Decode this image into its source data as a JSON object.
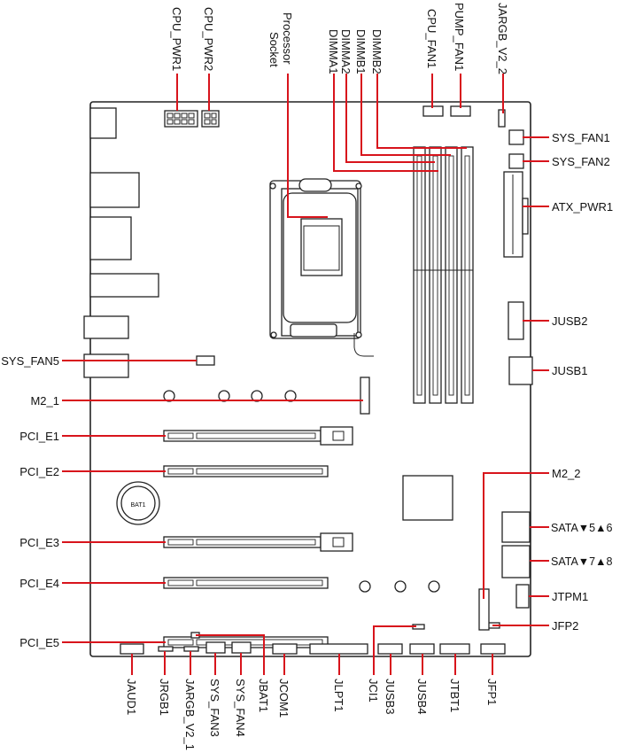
{
  "diagram": {
    "board_labels": {
      "processor_socket_line1": "Processor",
      "processor_socket_line2": "Socket",
      "bat1": "BAT1"
    },
    "top_labels": [
      "CPU_PWR1",
      "CPU_PWR2",
      "DIMMA1",
      "DIMMA2",
      "DIMMB1",
      "DIMMB2",
      "CPU_FAN1",
      "PUMP_FAN1",
      "JARGB_V2_2"
    ],
    "right_labels": [
      "SYS_FAN1",
      "SYS_FAN2",
      "ATX_PWR1",
      "JUSB2",
      "JUSB1",
      "M2_2",
      "SATA▼5▲6",
      "SATA▼7▲8",
      "JTPM1",
      "JFP2"
    ],
    "left_labels": [
      "SYS_FAN5",
      "M2_1",
      "PCI_E1",
      "PCI_E2",
      "PCI_E3",
      "PCI_E4",
      "PCI_E5"
    ],
    "bottom_labels": [
      "JAUD1",
      "JRGB1",
      "JARGB_V2_1",
      "SYS_FAN3",
      "SYS_FAN4",
      "JBAT1",
      "JCOM1",
      "JLPT1",
      "JCI1",
      "JUSB3",
      "JUSB4",
      "JTBT1",
      "JFP1"
    ]
  }
}
